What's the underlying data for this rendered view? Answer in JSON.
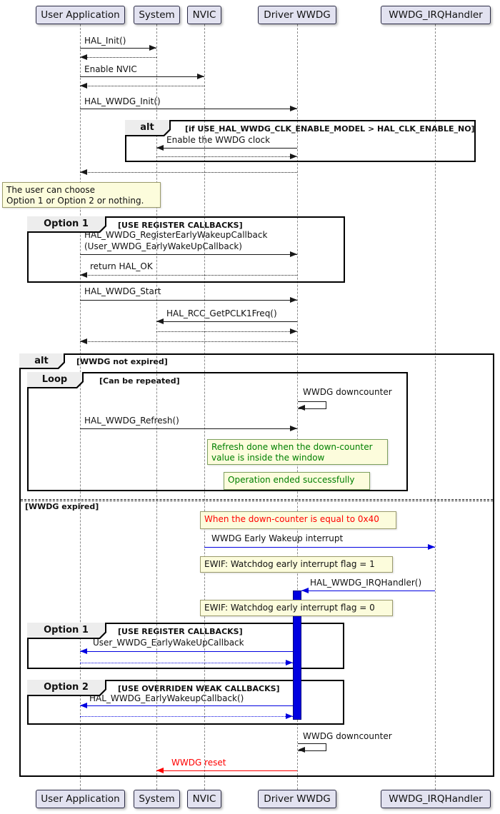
{
  "colors": {
    "blue": "#0000E0",
    "red": "#FF0000",
    "green": "#008000",
    "note_bg": "#FCFCDC",
    "participant_bg": "#E2E2F0",
    "fragment_header_bg": "#EDEDED"
  },
  "participants": [
    {
      "name": "User Application"
    },
    {
      "name": "System"
    },
    {
      "name": "NVIC"
    },
    {
      "name": "Driver WWDG"
    },
    {
      "name": "WWDG_IRQHandler"
    }
  ],
  "fragments": {
    "alt_clk": {
      "op": "alt",
      "guard": "[if USE_HAL_WWDG_CLK_ENABLE_MODEL > HAL_CLK_ENABLE_NO]"
    },
    "opt1_register": {
      "op": "Option 1",
      "guard": "[USE REGISTER CALLBACKS]"
    },
    "alt_expired": {
      "op": "alt",
      "guard": "[WWDG not expired]",
      "else_guard": "[WWDG expired]"
    },
    "loop": {
      "op": "Loop",
      "guard": "[Can be repeated]"
    },
    "opt1_callbacks": {
      "op": "Option 1",
      "guard": "[USE REGISTER CALLBACKS]"
    },
    "opt2_callbacks": {
      "op": "Option 2",
      "guard": "[USE OVERRIDEN WEAK CALLBACKS]"
    }
  },
  "messages": {
    "hal_init": "HAL_Init()",
    "enable_nvic": "Enable NVIC",
    "wwdg_init": "HAL_WWDG_Init()",
    "enable_clock": "Enable the WWDG clock",
    "register_cb_line1": "HAL_WWDG_RegisterEarlyWakeupCallback",
    "register_cb_line2": "(User_WWDG_EarlyWakeUpCallback)",
    "return_hal_ok": "return HAL_OK",
    "wwdg_start": "HAL_WWDG_Start",
    "get_pclk1": "HAL_RCC_GetPCLK1Freq()",
    "downcounter1": "WWDG downcounter",
    "refresh": "HAL_WWDG_Refresh()",
    "early_wakeup_irq": "WWDG Early Wakeup interrupt",
    "irq_handler": "HAL_WWDG_IRQHandler()",
    "user_early_wakeup_cb": "User_WWDG_EarlyWakeUpCallback",
    "hal_early_wakeup_cb": "HAL_WWDG_EarlyWakeupCallback()",
    "downcounter2": "WWDG downcounter",
    "wwdg_reset": "WWDG reset"
  },
  "notes": {
    "user_choice": [
      "The user can choose",
      "Option 1 or Option 2 or nothing."
    ],
    "refresh_done": [
      "Refresh done when the down-counter",
      "value is inside the window"
    ],
    "operation_ok": "Operation ended successfully",
    "downcounter_0x40": "When the down-counter is equal to 0x40",
    "ewif_1": "EWIF: Watchdog early interrupt flag = 1",
    "ewif_0": "EWIF: Watchdog early interrupt flag = 0"
  }
}
